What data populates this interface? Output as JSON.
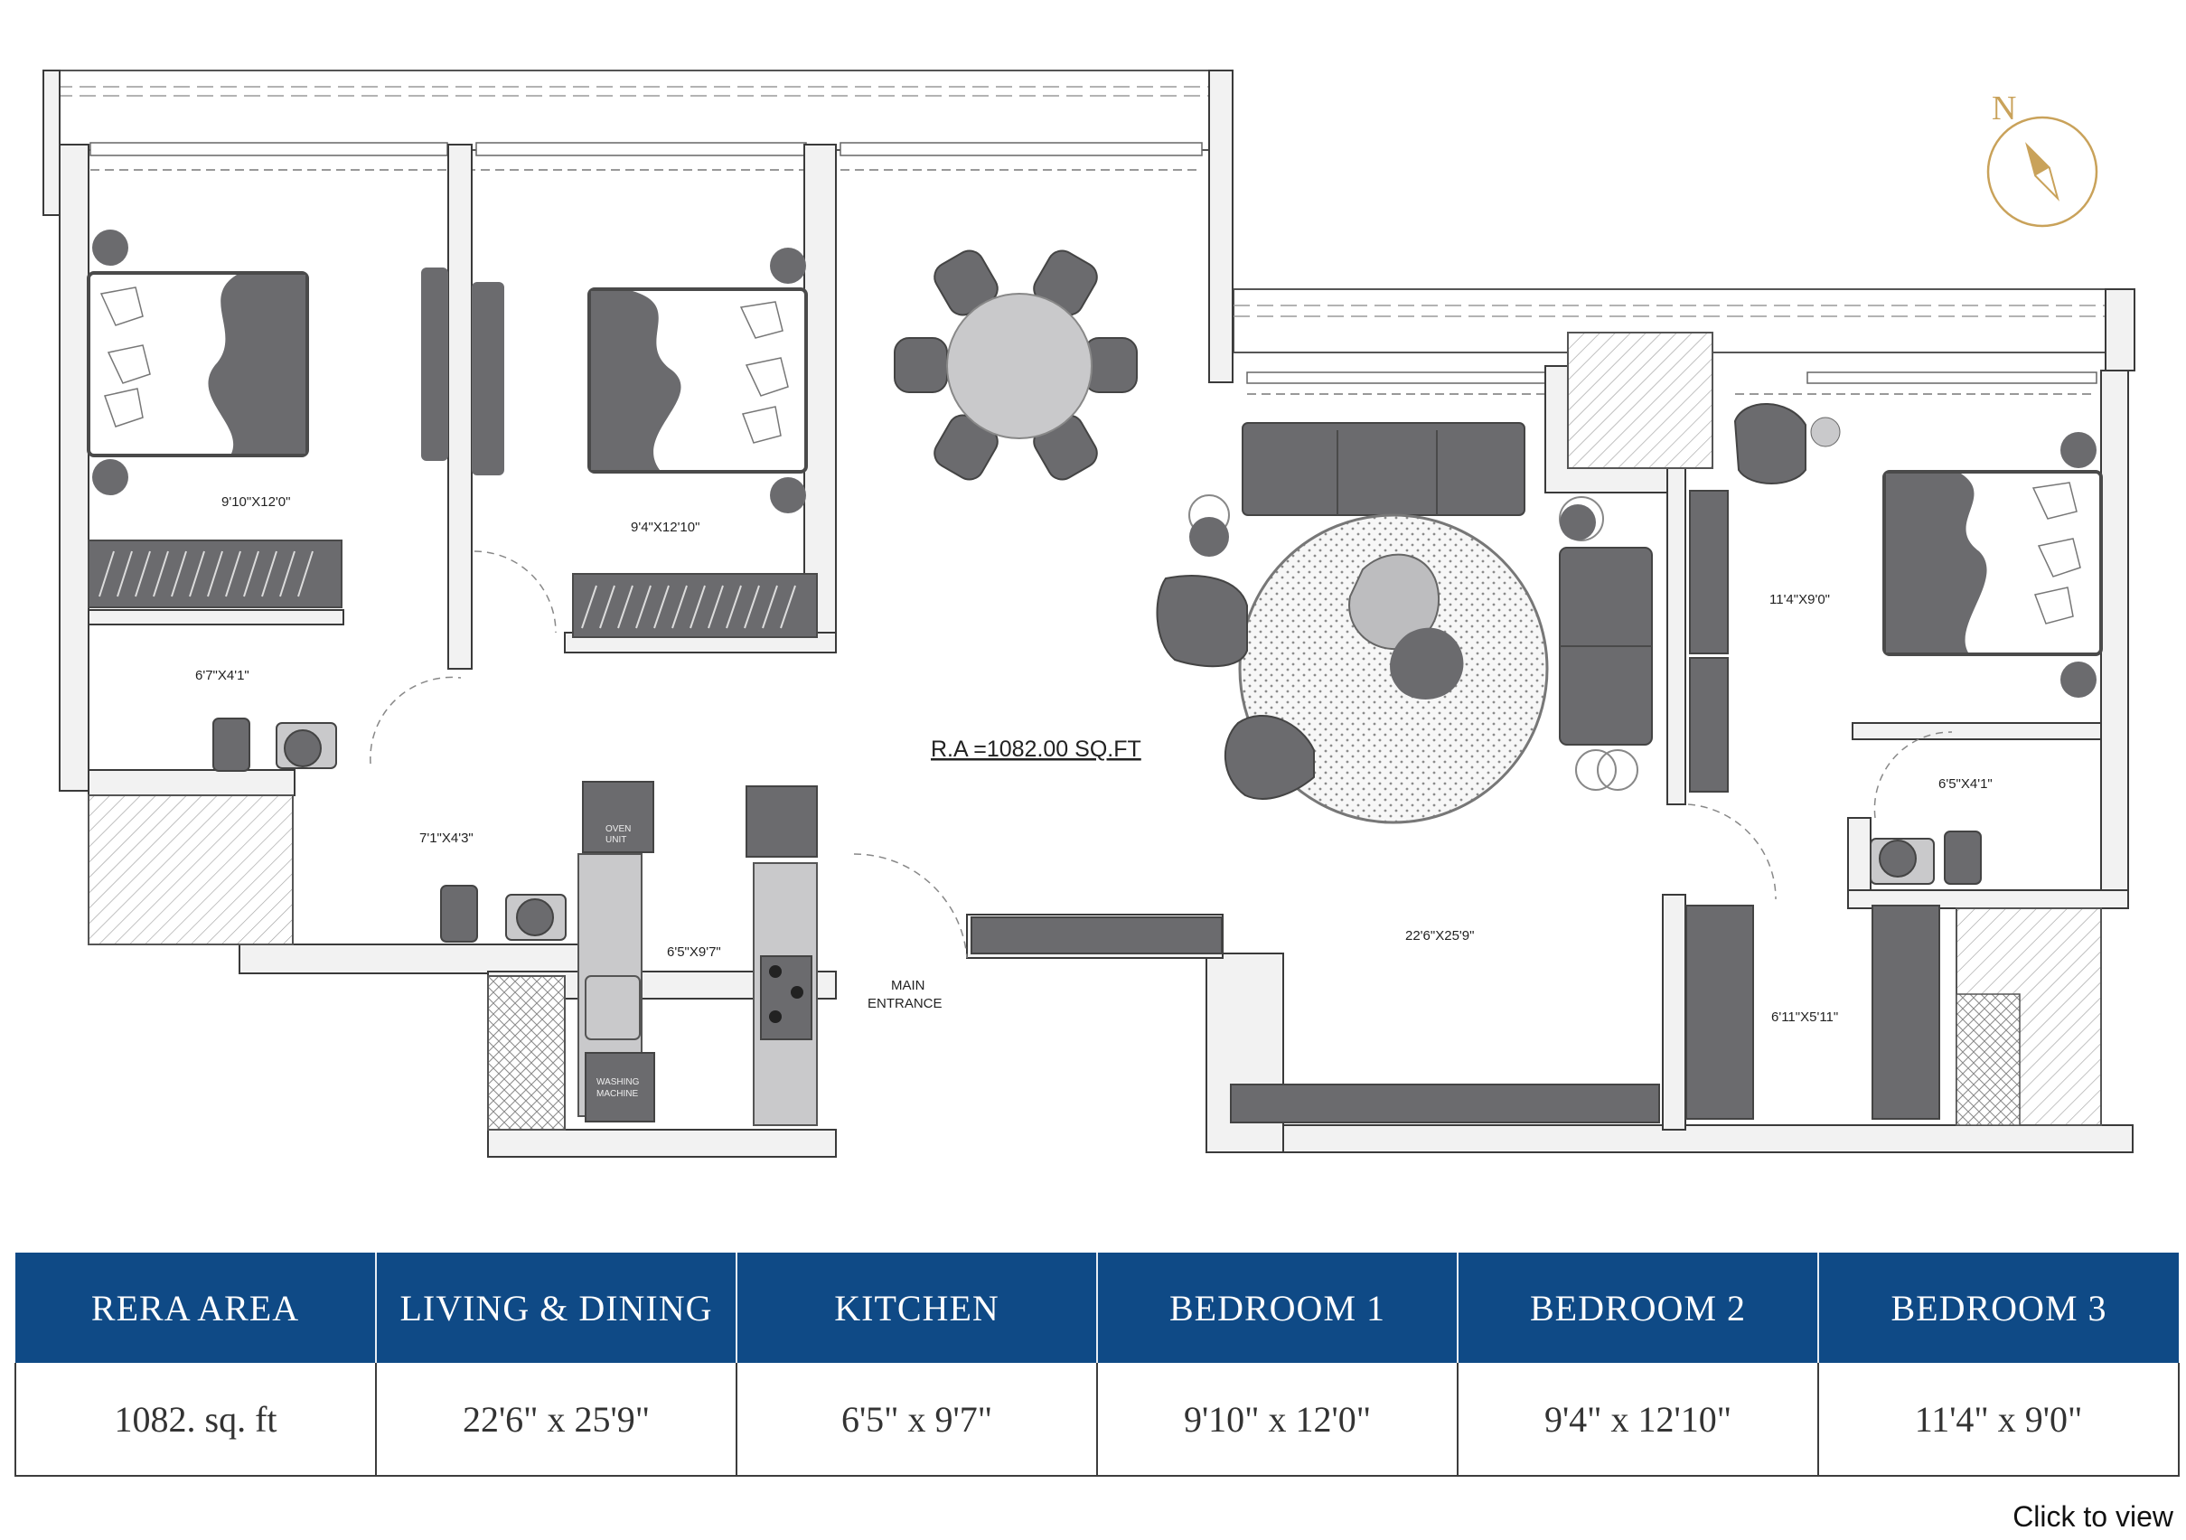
{
  "plan": {
    "ra_label": "R.A =1082.00 SQ.FT",
    "compass_letter": "N",
    "entrance_line1": "MAIN",
    "entrance_line2": "ENTRANCE",
    "rooms": {
      "bedroom1": "9'10\"X12'0\"",
      "bedroom2": "9'4\"X12'10\"",
      "bedroom3": "11'4\"X9'0\"",
      "living": "22'6\"X25'9\"",
      "kitchen": "6'5\"X9'7\"",
      "toilet1": "6'7\"X4'1\"",
      "toilet2": "7'1\"X4'3\"",
      "toilet3": "6'5\"X4'1\"",
      "dress": "6'11\"X5'11\""
    },
    "fixtures": {
      "oven": "OVEN",
      "oven2": "UNIT",
      "washing1": "WASHING",
      "washing2": "MACHINE"
    },
    "colors": {
      "wall_fill": "#f2f2f2",
      "furniture": "#6b6b6e",
      "furniture_light": "#c9c9cb",
      "compass": "#c9a25a"
    }
  },
  "table": {
    "headers": [
      "RERA AREA",
      "LIVING & DINING",
      "KITCHEN",
      "BEDROOM 1",
      "BEDROOM 2",
      "BEDROOM 3"
    ],
    "values": [
      "1082. sq. ft",
      "22'6\" x 25'9\"",
      "6'5\" x 9'7\"",
      "9'10\" x 12'0\"",
      "9'4\" x 12'10\"",
      "11'4\" x 9'0\""
    ],
    "header_color": "#0f4a86"
  },
  "footer": {
    "click_label": "Click to view"
  }
}
